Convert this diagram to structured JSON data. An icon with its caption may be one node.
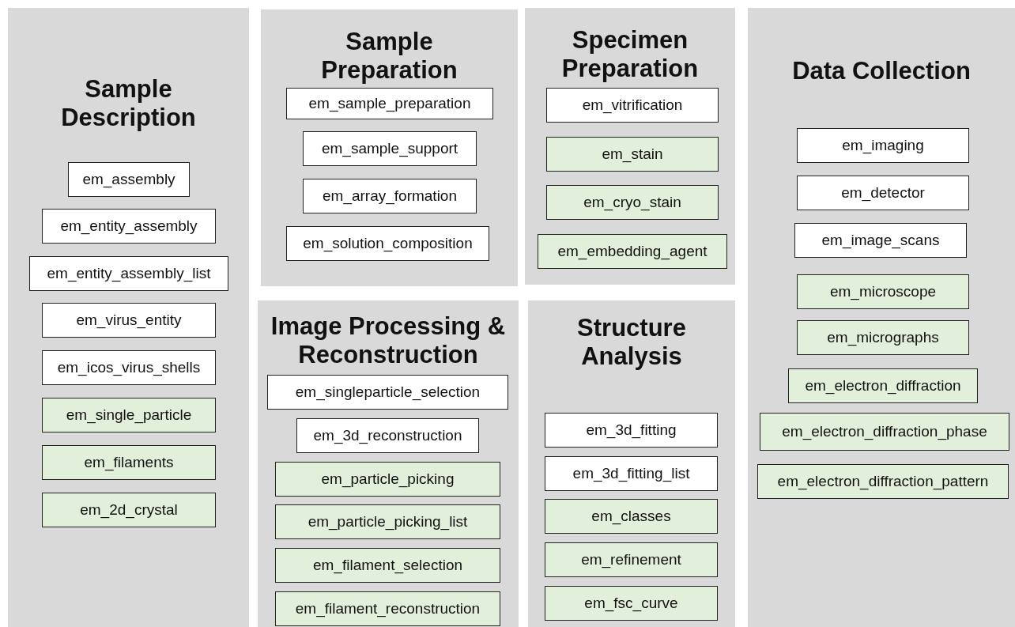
{
  "diagram": {
    "nodes": [
      {
        "text": [
          "Sample Description"
        ]
      },
      {
        "text": [
          "em_assembly"
        ],
        "in": 0
      },
      {
        "text": [
          "em_entity_assembly"
        ],
        "in": 0
      },
      {
        "text": [
          "em_entity_assembly_list"
        ],
        "in": 0
      },
      {
        "text": [
          "em_virus_entity"
        ],
        "in": 0
      },
      {
        "text": [
          "em_icos_virus_shells"
        ],
        "in": 0
      },
      {
        "text": [
          "em_single_particle"
        ],
        "in": 0
      },
      {
        "text": [
          "em_filaments"
        ],
        "in": 0
      },
      {
        "text": [
          "em_2d_crystal"
        ],
        "in": 0
      },
      {
        "text": [
          "Sample Preparation"
        ]
      },
      {
        "text": [
          "em_sample_preparation"
        ],
        "in": 9
      },
      {
        "text": [
          "em_sample_support"
        ],
        "in": 9
      },
      {
        "text": [
          "em_array_formation"
        ],
        "in": 9
      },
      {
        "text": [
          "em_solution_composition"
        ],
        "in": 9
      },
      {
        "text": [
          "Specimen Preparation"
        ]
      },
      {
        "text": [
          "em_vitrification"
        ],
        "in": 14
      },
      {
        "text": [
          "em_stain"
        ],
        "in": 14
      },
      {
        "text": [
          "em_cryo_stain"
        ],
        "in": 14
      },
      {
        "text": [
          "em_embedding_agent"
        ],
        "in": 14
      },
      {
        "text": [
          "Data Collection"
        ]
      },
      {
        "text": [
          "em_imaging"
        ],
        "in": 19
      },
      {
        "text": [
          "em_detector"
        ],
        "in": 19
      },
      {
        "text": [
          "em_image_scans"
        ],
        "in": 19
      },
      {
        "text": [
          "em_microscope"
        ],
        "in": 19
      },
      {
        "text": [
          "em_micrographs"
        ],
        "in": 19
      },
      {
        "text": [
          "em_electron_diffraction"
        ],
        "in": 19
      },
      {
        "text": [
          "em_electron_diffraction_phase"
        ],
        "in": 19
      },
      {
        "text": [
          "em_electron_diffraction_pattern"
        ],
        "in": 19
      },
      {
        "text": [
          "Image Processing & Reconstruction"
        ]
      },
      {
        "text": [
          "em_singleparticle_selection"
        ],
        "in": 28
      },
      {
        "text": [
          "em_3d_reconstruction"
        ],
        "in": 28
      },
      {
        "text": [
          "em_particle_picking"
        ],
        "in": 28
      },
      {
        "text": [
          "em_particle_picking_list"
        ],
        "in": 28
      },
      {
        "text": [
          "em_filament_selection"
        ],
        "in": 28
      },
      {
        "text": [
          "em_filament_reconstruction"
        ],
        "in": 28
      },
      {
        "text": [
          "Structure Analysis"
        ]
      },
      {
        "text": [
          "em_3d_fitting"
        ],
        "in": 35
      },
      {
        "text": [
          "em_3d_fitting_list"
        ],
        "in": 35
      },
      {
        "text": [
          "em_classes"
        ],
        "in": 35
      },
      {
        "text": [
          "em_refinement"
        ],
        "in": 35
      },
      {
        "text": [
          "em_fsc_curve"
        ],
        "in": 35
      }
    ]
  }
}
